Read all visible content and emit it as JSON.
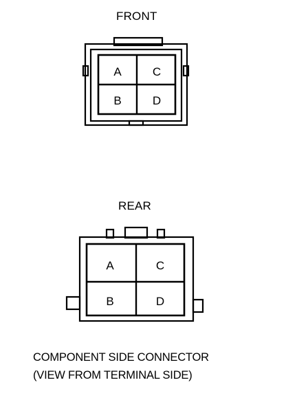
{
  "front": {
    "title": "FRONT",
    "pins": [
      "A",
      "C",
      "B",
      "D"
    ]
  },
  "rear": {
    "title": "REAR",
    "pins": [
      "A",
      "C",
      "B",
      "D"
    ]
  },
  "caption": {
    "line1": "COMPONENT SIDE CONNECTOR",
    "line2": "(VIEW FROM TERMINAL SIDE)"
  },
  "colors": {
    "ink": "#000000",
    "paper": "#ffffff"
  }
}
